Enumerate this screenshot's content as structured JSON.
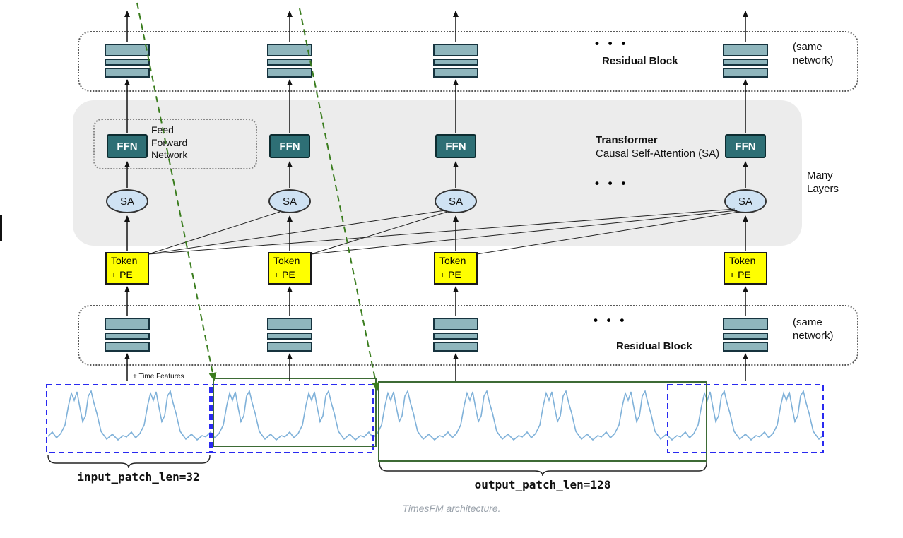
{
  "top_stack": {
    "dots": "• • •",
    "label": "Residual Block",
    "note": "(same network)"
  },
  "transformer": {
    "title": "Transformer",
    "subtitle": "Causal Self-Attention (SA)",
    "ffn": "FFN",
    "ffn_caption": "Feed Forward Network",
    "sa": "SA",
    "dots": "• • •",
    "side_note": "Many Layers"
  },
  "tokens": {
    "line1": "Token",
    "line2": "+ PE"
  },
  "bottom_stack": {
    "dots": "• • •",
    "label": "Residual Block",
    "note": "(same network)"
  },
  "series": {
    "time_features": "+ Time Features",
    "input_patch": "input_patch_len=32",
    "output_patch": "output_patch_len=128"
  },
  "caption": "TimesFM architecture.",
  "colors": {
    "block_fill": "#8fb6bd",
    "block_border": "#16333e",
    "ffn_fill": "#2e6f75",
    "sa_fill": "#cfe2f3",
    "token_fill": "#ffff00",
    "panel_fill": "#ececec",
    "wave": "#7fb1d9",
    "patch_blue": "#2a2af0",
    "patch_green": "#3d6b35",
    "arrow_green": "#3a7d1e"
  }
}
